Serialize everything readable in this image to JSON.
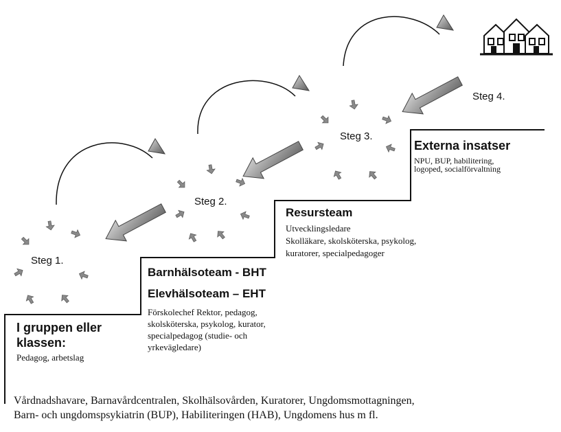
{
  "steps": {
    "steg1": "Steg 1.",
    "steg2": "Steg 2.",
    "steg3": "Steg 3.",
    "steg4": "Steg 4."
  },
  "levels": {
    "klass": {
      "title_line1": "I gruppen eller",
      "title_line2": "klassen:",
      "body": "Pedagog, arbetslag"
    },
    "bht": {
      "title1": "Barnhälsoteam - BHT",
      "title2": "Elevhälsoteam – EHT",
      "body_lines": [
        "Förskolechef Rektor, pedagog,",
        "skolsköterska, psykolog, kurator,",
        "specialpedagog (studie- och",
        "yrkevägledare)"
      ]
    },
    "resurs": {
      "title": "Resursteam",
      "body_lines": [
        "Utvecklingsledare",
        "Skolläkare, skolsköterska, psykolog,",
        "kuratorer, specialpedagoger"
      ]
    },
    "externa": {
      "title": "Externa insatser",
      "body_lines": [
        "NPU, BUP, habilitering,",
        "logoped, socialförvaltning"
      ]
    }
  },
  "footer": {
    "line1": "Vårdnadshavare, Barnavårdcentralen, Skolhälsovården, Kuratorer, Ungdomsmottagningen,",
    "line2": "Barn- och ungdomspsykiatrin (BUP), Habiliteringen (HAB), Ungdomens hus m fl."
  },
  "icons": {
    "houses": "houses-icon",
    "arrows": "arrow-icon"
  }
}
